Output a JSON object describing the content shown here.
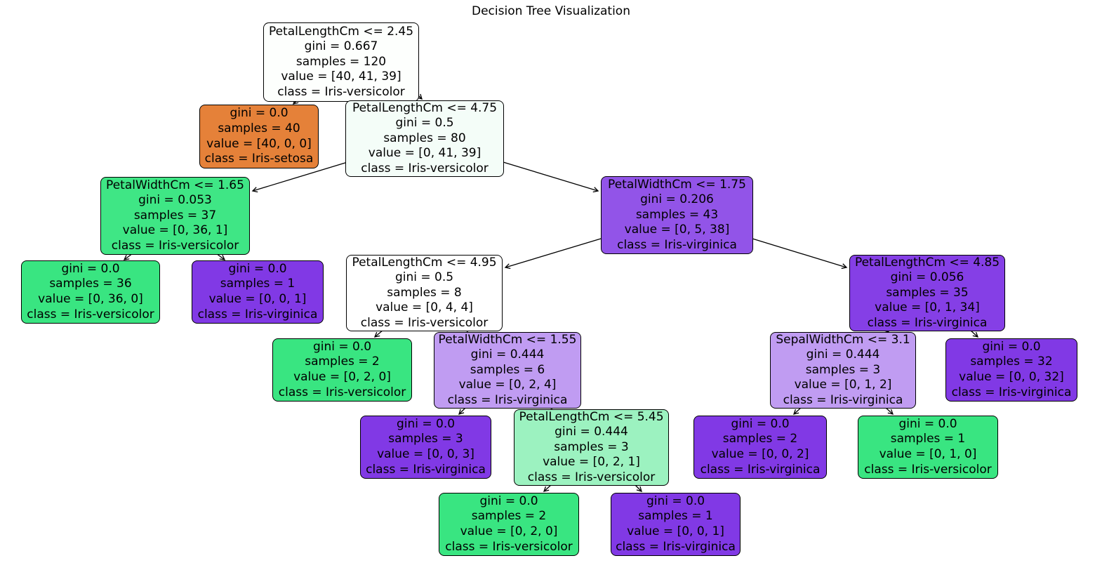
{
  "title": "Decision Tree Visualization",
  "class_colors": {
    "iris_setosa": "#e58139",
    "iris_versicolor": "#39e581",
    "iris_virginica": "#8139e5"
  },
  "tree": {
    "nodes": [
      {
        "id": 0,
        "color": "#fdfffd",
        "condition": "PetalLengthCm <= 2.45",
        "gini": 0.667,
        "samples": 120,
        "value": [
          40,
          41,
          39
        ],
        "class": "Iris-versicolor",
        "lines": [
          "PetalLengthCm <= 2.45",
          "gini = 0.667",
          "samples = 120",
          "value = [40, 41, 39]",
          "class = Iris-versicolor"
        ]
      },
      {
        "id": 1,
        "color": "#e58139",
        "condition": null,
        "gini": 0.0,
        "samples": 40,
        "value": [
          40,
          0,
          0
        ],
        "class": "Iris-setosa",
        "lines": [
          "gini = 0.0",
          "samples = 40",
          "value = [40, 0, 0]",
          "class = Iris-setosa"
        ]
      },
      {
        "id": 2,
        "color": "#f4fdf8",
        "condition": "PetalLengthCm <= 4.75",
        "gini": 0.5,
        "samples": 80,
        "value": [
          0,
          41,
          39
        ],
        "class": "Iris-versicolor",
        "lines": [
          "PetalLengthCm <= 4.75",
          "gini = 0.5",
          "samples = 80",
          "value = [0, 41, 39]",
          "class = Iris-versicolor"
        ]
      },
      {
        "id": 3,
        "color": "#3fe685",
        "condition": "PetalWidthCm <= 1.65",
        "gini": 0.053,
        "samples": 37,
        "value": [
          0,
          36,
          1
        ],
        "class": "Iris-versicolor",
        "lines": [
          "PetalWidthCm <= 1.65",
          "gini = 0.053",
          "samples = 37",
          "value = [0, 36, 1]",
          "class = Iris-versicolor"
        ]
      },
      {
        "id": 4,
        "color": "#9254e8",
        "condition": "PetalWidthCm <= 1.75",
        "gini": 0.206,
        "samples": 43,
        "value": [
          0,
          5,
          38
        ],
        "class": "Iris-virginica",
        "lines": [
          "PetalWidthCm <= 1.75",
          "gini = 0.206",
          "samples = 43",
          "value = [0, 5, 38]",
          "class = Iris-virginica"
        ]
      },
      {
        "id": 5,
        "color": "#39e581",
        "condition": null,
        "gini": 0.0,
        "samples": 36,
        "value": [
          0,
          36,
          0
        ],
        "class": "Iris-versicolor",
        "lines": [
          "gini = 0.0",
          "samples = 36",
          "value = [0, 36, 0]",
          "class = Iris-versicolor"
        ]
      },
      {
        "id": 6,
        "color": "#8139e5",
        "condition": null,
        "gini": 0.0,
        "samples": 1,
        "value": [
          0,
          0,
          1
        ],
        "class": "Iris-virginica",
        "lines": [
          "gini = 0.0",
          "samples = 1",
          "value = [0, 0, 1]",
          "class = Iris-virginica"
        ]
      },
      {
        "id": 7,
        "color": "#ffffff",
        "condition": "PetalLengthCm <= 4.95",
        "gini": 0.5,
        "samples": 8,
        "value": [
          0,
          4,
          4
        ],
        "class": "Iris-versicolor",
        "lines": [
          "PetalLengthCm <= 4.95",
          "gini = 0.5",
          "samples = 8",
          "value = [0, 4, 4]",
          "class = Iris-versicolor"
        ]
      },
      {
        "id": 8,
        "color": "#853fe6",
        "condition": "PetalLengthCm <= 4.85",
        "gini": 0.056,
        "samples": 35,
        "value": [
          0,
          1,
          34
        ],
        "class": "Iris-virginica",
        "lines": [
          "PetalLengthCm <= 4.85",
          "gini = 0.056",
          "samples = 35",
          "value = [0, 1, 34]",
          "class = Iris-virginica"
        ]
      },
      {
        "id": 9,
        "color": "#39e581",
        "condition": null,
        "gini": 0.0,
        "samples": 2,
        "value": [
          0,
          2,
          0
        ],
        "class": "Iris-versicolor",
        "lines": [
          "gini = 0.0",
          "samples = 2",
          "value = [0, 2, 0]",
          "class = Iris-versicolor"
        ]
      },
      {
        "id": 10,
        "color": "#c09cf2",
        "condition": "PetalWidthCm <= 1.55",
        "gini": 0.444,
        "samples": 6,
        "value": [
          0,
          2,
          4
        ],
        "class": "Iris-virginica",
        "lines": [
          "PetalWidthCm <= 1.55",
          "gini = 0.444",
          "samples = 6",
          "value = [0, 2, 4]",
          "class = Iris-virginica"
        ]
      },
      {
        "id": 11,
        "color": "#c09cf2",
        "condition": "SepalWidthCm <= 3.1",
        "gini": 0.444,
        "samples": 3,
        "value": [
          0,
          1,
          2
        ],
        "class": "Iris-virginica",
        "lines": [
          "SepalWidthCm <= 3.1",
          "gini = 0.444",
          "samples = 3",
          "value = [0, 1, 2]",
          "class = Iris-virginica"
        ]
      },
      {
        "id": 12,
        "color": "#8139e5",
        "condition": null,
        "gini": 0.0,
        "samples": 32,
        "value": [
          0,
          0,
          32
        ],
        "class": "Iris-virginica",
        "lines": [
          "gini = 0.0",
          "samples = 32",
          "value = [0, 0, 32]",
          "class = Iris-virginica"
        ]
      },
      {
        "id": 13,
        "color": "#8139e5",
        "condition": null,
        "gini": 0.0,
        "samples": 3,
        "value": [
          0,
          0,
          3
        ],
        "class": "Iris-virginica",
        "lines": [
          "gini = 0.0",
          "samples = 3",
          "value = [0, 0, 3]",
          "class = Iris-virginica"
        ]
      },
      {
        "id": 14,
        "color": "#9cf2c0",
        "condition": "PetalLengthCm <= 5.45",
        "gini": 0.444,
        "samples": 3,
        "value": [
          0,
          2,
          1
        ],
        "class": "Iris-versicolor",
        "lines": [
          "PetalLengthCm <= 5.45",
          "gini = 0.444",
          "samples = 3",
          "value = [0, 2, 1]",
          "class = Iris-versicolor"
        ]
      },
      {
        "id": 15,
        "color": "#8139e5",
        "condition": null,
        "gini": 0.0,
        "samples": 2,
        "value": [
          0,
          0,
          2
        ],
        "class": "Iris-virginica",
        "lines": [
          "gini = 0.0",
          "samples = 2",
          "value = [0, 0, 2]",
          "class = Iris-virginica"
        ]
      },
      {
        "id": 16,
        "color": "#39e581",
        "condition": null,
        "gini": 0.0,
        "samples": 1,
        "value": [
          0,
          1,
          0
        ],
        "class": "Iris-versicolor",
        "lines": [
          "gini = 0.0",
          "samples = 1",
          "value = [0, 1, 0]",
          "class = Iris-versicolor"
        ]
      },
      {
        "id": 17,
        "color": "#39e581",
        "condition": null,
        "gini": 0.0,
        "samples": 2,
        "value": [
          0,
          2,
          0
        ],
        "class": "Iris-versicolor",
        "lines": [
          "gini = 0.0",
          "samples = 2",
          "value = [0, 2, 0]",
          "class = Iris-versicolor"
        ]
      },
      {
        "id": 18,
        "color": "#8139e5",
        "condition": null,
        "gini": 0.0,
        "samples": 1,
        "value": [
          0,
          0,
          1
        ],
        "class": "Iris-virginica",
        "lines": [
          "gini = 0.0",
          "samples = 1",
          "value = [0, 0, 1]",
          "class = Iris-virginica"
        ]
      }
    ],
    "edges": [
      {
        "from": 0,
        "to": 1
      },
      {
        "from": 0,
        "to": 2
      },
      {
        "from": 2,
        "to": 3
      },
      {
        "from": 2,
        "to": 4
      },
      {
        "from": 3,
        "to": 5
      },
      {
        "from": 3,
        "to": 6
      },
      {
        "from": 4,
        "to": 7
      },
      {
        "from": 4,
        "to": 8
      },
      {
        "from": 7,
        "to": 9
      },
      {
        "from": 7,
        "to": 10
      },
      {
        "from": 10,
        "to": 13
      },
      {
        "from": 10,
        "to": 14
      },
      {
        "from": 14,
        "to": 17
      },
      {
        "from": 14,
        "to": 18
      },
      {
        "from": 8,
        "to": 11
      },
      {
        "from": 8,
        "to": 12
      },
      {
        "from": 11,
        "to": 15
      },
      {
        "from": 11,
        "to": 16
      }
    ]
  }
}
